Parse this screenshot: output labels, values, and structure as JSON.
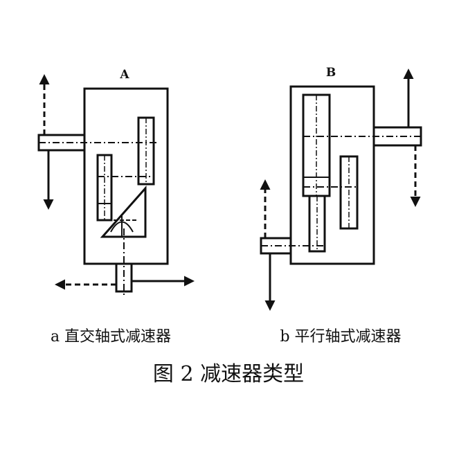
{
  "diagram": {
    "label_a": "A",
    "label_b": "B",
    "caption_a": "a 直交轴式减速器",
    "caption_b": "b 平行轴式减速器",
    "figure_title": "图 2 减速器类型"
  },
  "colors": {
    "ink": "#111111",
    "background": "#ffffff"
  }
}
